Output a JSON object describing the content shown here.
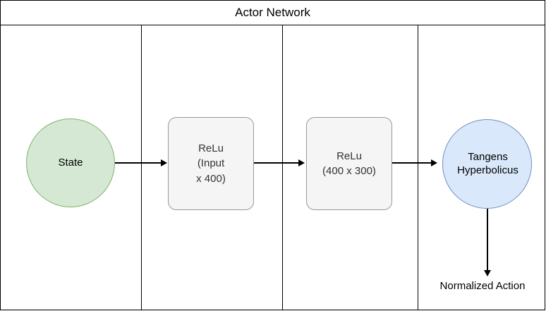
{
  "diagram": {
    "title": "Actor Network",
    "nodes": [
      {
        "id": "state",
        "label": "State",
        "shape": "circle",
        "fill": "#d5e8d4",
        "stroke": "#82b366"
      },
      {
        "id": "relu1",
        "label": "ReLu\n(Input\nx 400)",
        "shape": "rounded-rect",
        "fill": "#f5f5f5",
        "stroke": "#999999"
      },
      {
        "id": "relu2",
        "label": "ReLu\n(400 x 300)",
        "shape": "rounded-rect",
        "fill": "#f5f5f5",
        "stroke": "#999999"
      },
      {
        "id": "tanh",
        "label": "Tangens\nHyperbolicus",
        "shape": "circle",
        "fill": "#dae8fc",
        "stroke": "#6c8ebf"
      }
    ],
    "node_labels": {
      "state": "State",
      "relu1_line1": "ReLu",
      "relu1_line2": "(Input",
      "relu1_line3": "x 400)",
      "relu2_line1": "ReLu",
      "relu2_line2": "(400 x 300)",
      "tanh_line1": "Tangens",
      "tanh_line2": "Hyperbolicus"
    },
    "output_label": "Normalized Action",
    "lanes": 4,
    "edges": [
      {
        "from": "state",
        "to": "relu1",
        "direction": "right"
      },
      {
        "from": "relu1",
        "to": "relu2",
        "direction": "right"
      },
      {
        "from": "relu2",
        "to": "tanh",
        "direction": "right"
      },
      {
        "from": "tanh",
        "to": "output",
        "direction": "down"
      }
    ]
  }
}
